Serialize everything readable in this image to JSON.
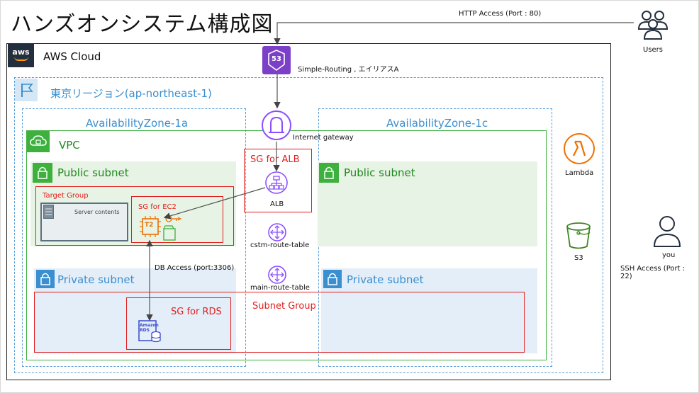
{
  "title": "ハンズオンシステム構成図",
  "aws_cloud": {
    "label": "AWS Cloud",
    "logo": "aws"
  },
  "region": {
    "label": "東京リージョン(ap-northeast-1)"
  },
  "az": {
    "a": "AvailabilityZone-1a",
    "c": "AvailabilityZone-1c"
  },
  "vpc": {
    "label": "VPC"
  },
  "subnets": {
    "public_a": "Public subnet",
    "public_c": "Public subnet",
    "private_a": "Private subnet",
    "private_c": "Private subnet"
  },
  "route53": {
    "icon_text": "53",
    "label": "Simple-Routing , エイリアスA"
  },
  "igw": {
    "label": "Internet gateway"
  },
  "sg_alb": {
    "label": "SG for ALB"
  },
  "alb": {
    "label": "ALB"
  },
  "target_group": {
    "label": "Target Group",
    "server_label": "Server contents"
  },
  "sg_ec2": {
    "label": "SG for EC2",
    "ec2_text": "T2"
  },
  "cstm_route": {
    "label": "cstm-route-table"
  },
  "main_route": {
    "label": "main-route-table"
  },
  "db_access": {
    "label": "DB Access (port:3306)"
  },
  "subnet_group": {
    "label": "Subnet Group"
  },
  "sg_rds": {
    "label": "SG for RDS",
    "rds_line1": "Amazon",
    "rds_line2": "RDS"
  },
  "lambda": {
    "label": "Lambda"
  },
  "s3": {
    "label": "S3"
  },
  "users": {
    "label": "Users"
  },
  "http_access": {
    "label": "HTTP Access (Port : 80)"
  },
  "you": {
    "label": "you"
  },
  "ssh_access": {
    "label": "SSH Access (Port : 22)"
  },
  "colors": {
    "aws_dark": "#232f3e",
    "aws_orange": "#ff9900",
    "region_blue": "#3a8fd0",
    "vpc_green": "#3db03d",
    "sg_red": "#e02020",
    "route53_purple": "#7b3fc8",
    "network_purple": "#8c4fff",
    "ec2_orange": "#ed7100",
    "s3_green": "#3f8624"
  }
}
